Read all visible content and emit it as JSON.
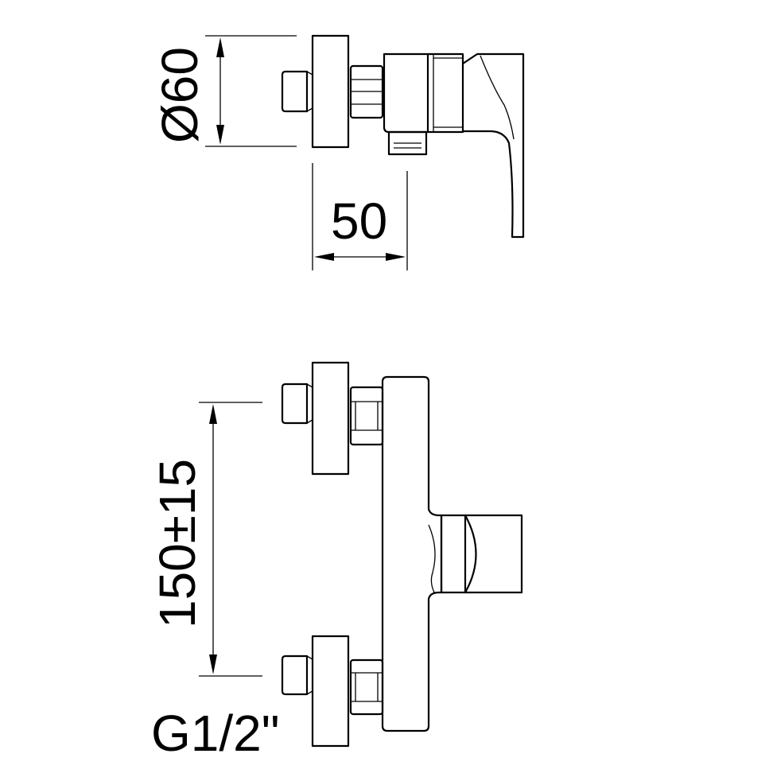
{
  "dimensions": {
    "diameter_label": "Ø60",
    "depth_label": "50",
    "spacing_label": "150±15",
    "thread_label": "G1/2\""
  }
}
